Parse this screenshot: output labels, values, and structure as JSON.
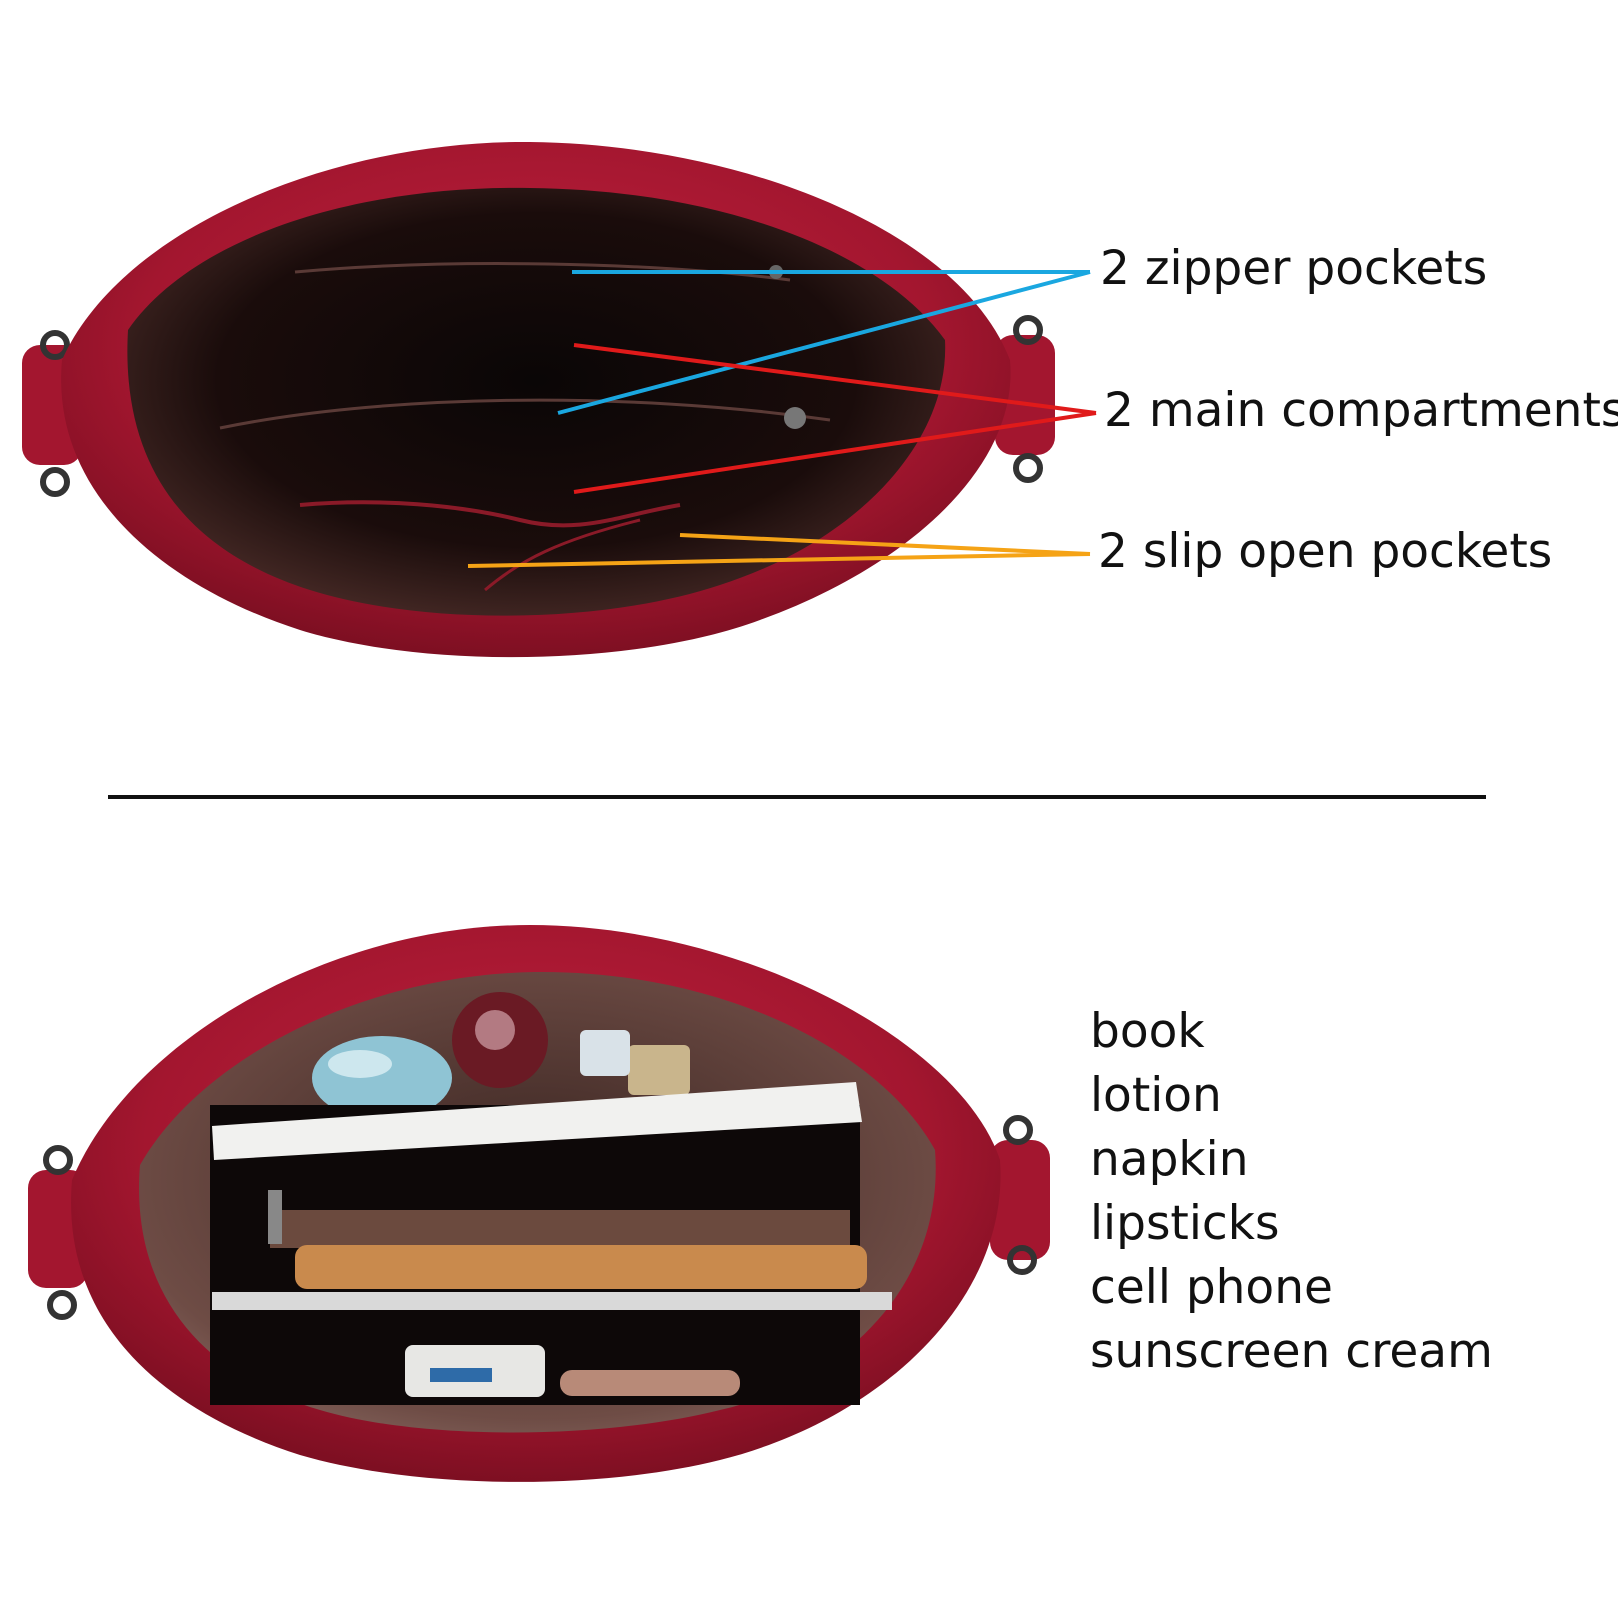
{
  "top_panel": {
    "callouts": [
      {
        "text": "2 zipper pockets",
        "color": "#1aa7e0"
      },
      {
        "text": "2 main compartments",
        "color": "#e01a1a"
      },
      {
        "text": "2 slip open pockets",
        "color": "#f5a316"
      }
    ]
  },
  "bottom_panel": {
    "contents": [
      "book",
      "lotion",
      "napkin",
      "lipsticks",
      "cell phone",
      "sunscreen cream"
    ]
  },
  "colors": {
    "bag_leather": "#a3162f",
    "bag_lining": "#2a1312",
    "divider": "#111111"
  }
}
